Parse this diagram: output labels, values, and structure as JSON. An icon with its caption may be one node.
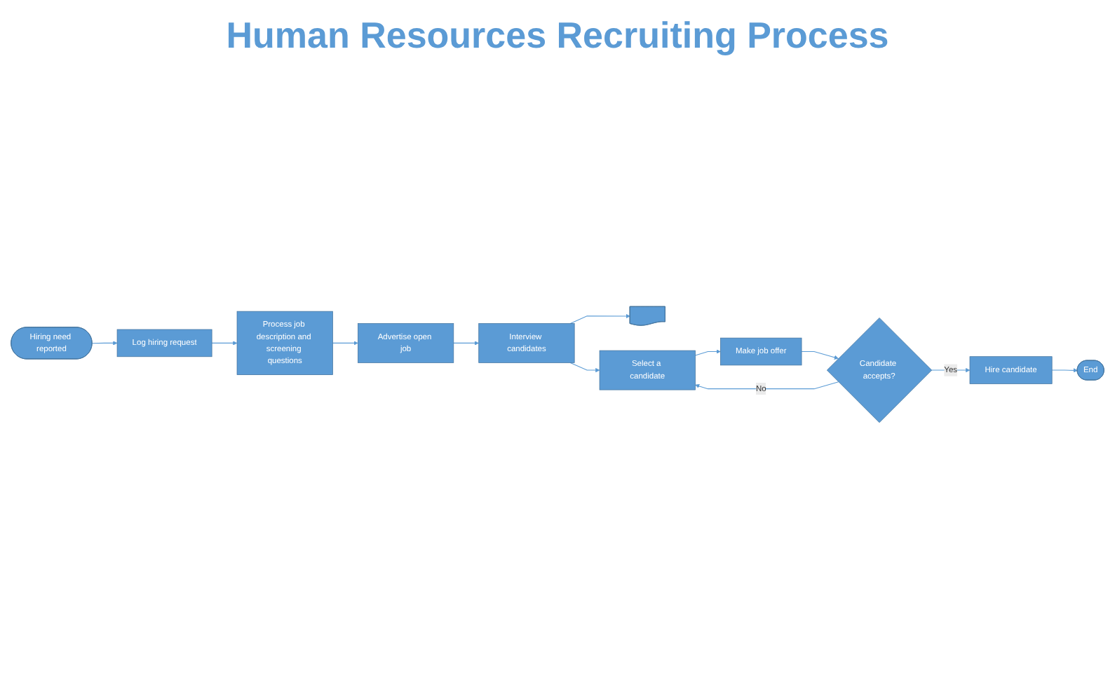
{
  "diagram": {
    "title": "Human Resources Recruiting Process",
    "nodes": [
      {
        "text": [
          "Hiring need reported"
        ]
      },
      {
        "text": [
          "Log hiring request"
        ]
      },
      {
        "text": [
          "Process job description and screening questions"
        ]
      },
      {
        "text": [
          "Advertise open job"
        ]
      },
      {
        "text": [
          "Interview candidates"
        ]
      },
      {
        "text": [],
        "shape": "document"
      },
      {
        "text": [
          "End"
        ]
      },
      {
        "text": [
          "Select a candidate"
        ]
      },
      {
        "text": [
          "Make job offer"
        ]
      },
      {
        "text": [
          "Candidate accepts?"
        ]
      },
      {
        "text": [
          "Hire candidate"
        ]
      }
    ],
    "edges": [
      {
        "from": 0,
        "to": 1,
        "arrow": "to"
      },
      {
        "from": 1,
        "to": 2,
        "arrow": "to"
      },
      {
        "from": 2,
        "to": 3,
        "arrow": "to"
      },
      {
        "from": 3,
        "to": 4,
        "arrow": "to"
      },
      {
        "from": 4,
        "to": 5,
        "arrow": "to"
      },
      {
        "from": 4,
        "to": 7,
        "arrow": "to"
      },
      {
        "from": 7,
        "to": 8,
        "arrow": "to"
      },
      {
        "from": 8,
        "to": 9,
        "arrow": "to"
      },
      {
        "from": 9,
        "to": 10,
        "label": "Yes",
        "arrow": "to"
      },
      {
        "from": 9,
        "to": 7,
        "label": "No",
        "arrow": "to"
      },
      {
        "from": 10,
        "to": 6,
        "arrow": "to"
      }
    ]
  }
}
